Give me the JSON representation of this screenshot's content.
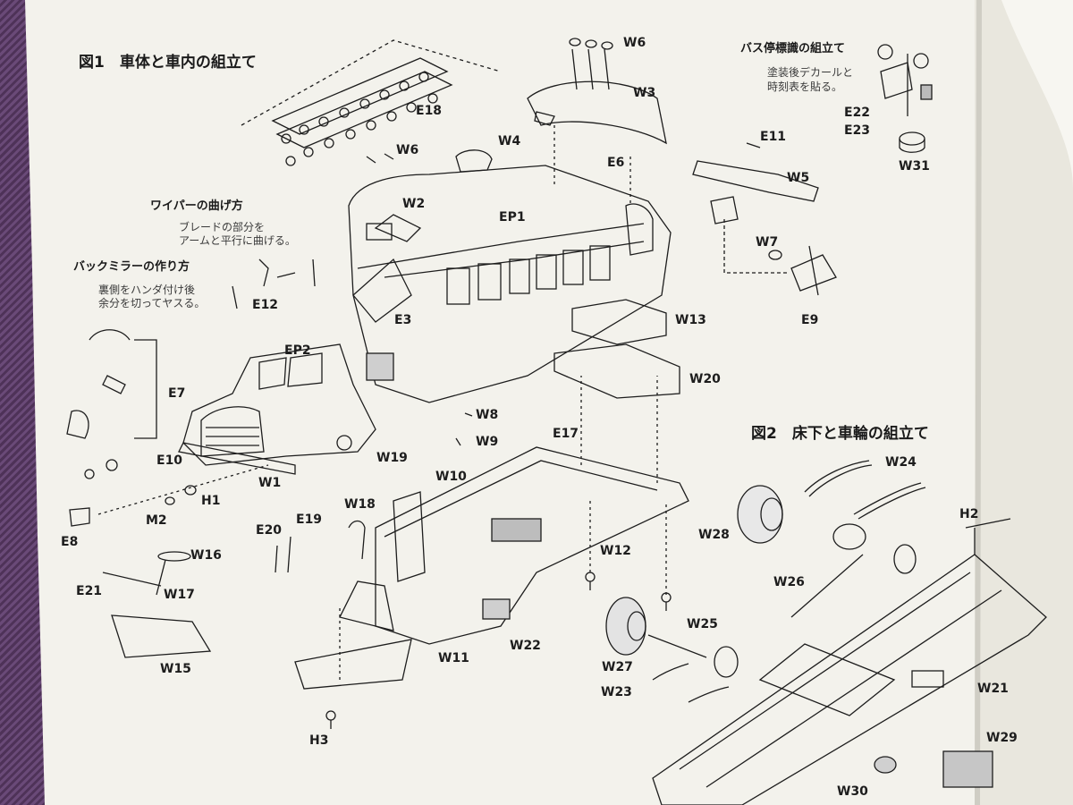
{
  "figures": {
    "fig1_title": "図1　車体と車内の組立て",
    "fig2_title": "図2　床下と車輪の組立て"
  },
  "notes": {
    "bus_stop_title": "バス停標識の組立て",
    "bus_stop_line1": "塗装後デカールと",
    "bus_stop_line2": "時刻表を貼る。",
    "wiper_title": "ワイパーの曲げ方",
    "wiper_line1": "ブレードの部分を",
    "wiper_line2": "アームと平行に曲げる。",
    "mirror_title": "バックミラーの作り方",
    "mirror_line1": "裏側をハンダ付け後",
    "mirror_line2": "余分を切ってヤスる。"
  },
  "parts": {
    "W6a": "W6",
    "W3": "W3",
    "E18": "E18",
    "W4": "W4",
    "E11": "E11",
    "W6b": "W6",
    "E6": "E6",
    "W5": "W5",
    "W2": "W2",
    "EP1": "EP1",
    "E22": "E22",
    "E23": "E23",
    "W31": "W31",
    "W7": "W7",
    "E9": "E9",
    "E12": "E12",
    "E3": "E3",
    "W13": "W13",
    "EP2": "EP2",
    "W20": "W20",
    "E7": "E7",
    "W8": "W8",
    "W9": "W9",
    "E17": "E17",
    "E10": "E10",
    "W19": "W19",
    "W10": "W10",
    "W1": "W1",
    "H1": "H1",
    "M2": "M2",
    "E8": "E8",
    "W18": "W18",
    "E20": "E20",
    "E19": "E19",
    "W12": "W12",
    "W16": "W16",
    "E21": "E21",
    "W17": "W17",
    "W15": "W15",
    "W11": "W11",
    "W22": "W22",
    "H3": "H3",
    "W24": "W24",
    "H2": "H2",
    "W28": "W28",
    "W26": "W26",
    "W25": "W25",
    "W27": "W27",
    "W23": "W23",
    "W21": "W21",
    "W29": "W29",
    "W30": "W30"
  },
  "colors": {
    "paper": "#f4f3ee",
    "ink": "#1d1d1d",
    "fabric": "#5a3a66"
  }
}
